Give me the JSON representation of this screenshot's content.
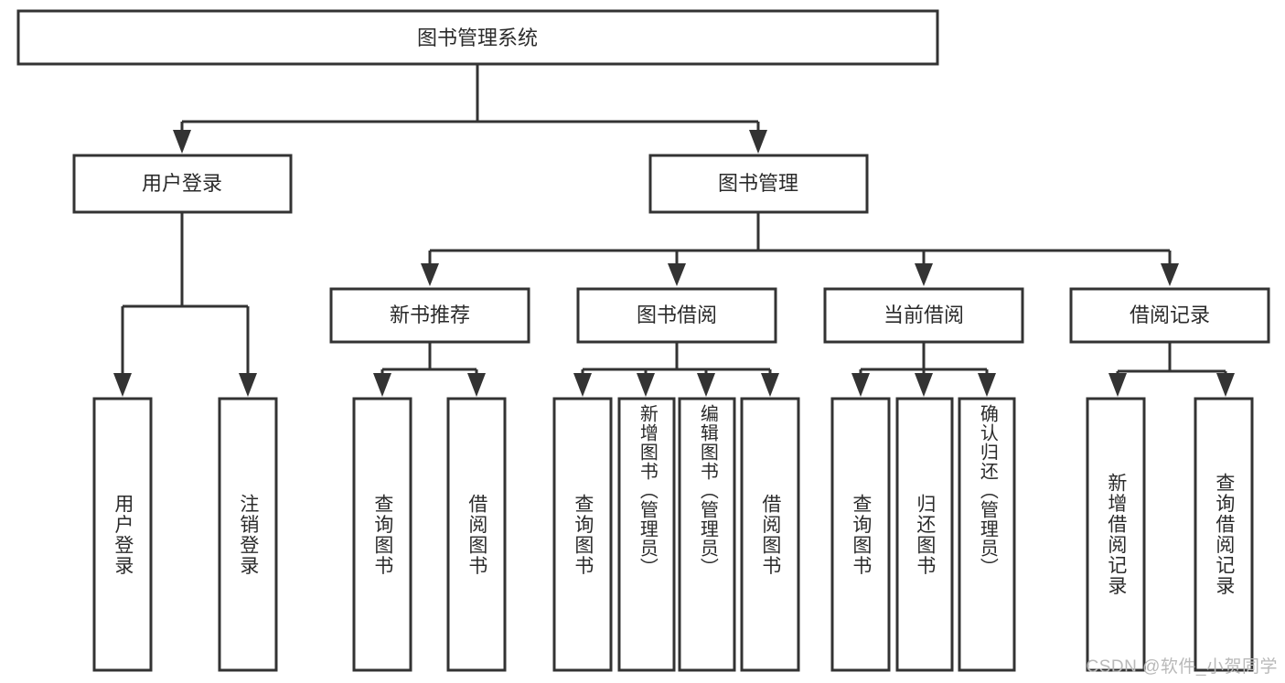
{
  "diagram": {
    "type": "hierarchy-tree",
    "title": "图书管理系统",
    "watermark": "CSDN @软件_小贺同学",
    "colors": {
      "stroke": "#333333",
      "fill": "#ffffff",
      "text": "#2b2b2b",
      "watermark": "#b9b9b9",
      "background": "#ffffff"
    },
    "levels": {
      "root": {
        "label": "图书管理系统"
      },
      "level2": [
        {
          "id": "user-login",
          "label": "用户登录"
        },
        {
          "id": "book-manage",
          "label": "图书管理"
        }
      ],
      "level3": [
        {
          "id": "new-book-recommend",
          "label": "新书推荐",
          "parent": "book-manage"
        },
        {
          "id": "book-borrow",
          "label": "图书借阅",
          "parent": "book-manage"
        },
        {
          "id": "current-borrow",
          "label": "当前借阅",
          "parent": "book-manage"
        },
        {
          "id": "borrow-record",
          "label": "借阅记录",
          "parent": "book-manage"
        }
      ],
      "leaves": [
        {
          "id": "leaf-user-login",
          "label": "用户登录",
          "parent": "user-login"
        },
        {
          "id": "leaf-logout",
          "label": "注销登录",
          "parent": "user-login"
        },
        {
          "id": "leaf-query-book-1",
          "label": "查询图书",
          "parent": "new-book-recommend"
        },
        {
          "id": "leaf-borrow-book-1",
          "label": "借阅图书",
          "parent": "new-book-recommend"
        },
        {
          "id": "leaf-query-book-2",
          "label": "查询图书",
          "parent": "book-borrow"
        },
        {
          "id": "leaf-add-book",
          "label": "新增图书（管理员）",
          "parent": "book-borrow"
        },
        {
          "id": "leaf-edit-book",
          "label": "编辑图书（管理员）",
          "parent": "book-borrow"
        },
        {
          "id": "leaf-borrow-book-2",
          "label": "借阅图书",
          "parent": "book-borrow"
        },
        {
          "id": "leaf-query-book-3",
          "label": "查询图书",
          "parent": "current-borrow"
        },
        {
          "id": "leaf-return-book",
          "label": "归还图书",
          "parent": "current-borrow"
        },
        {
          "id": "leaf-confirm-return",
          "label": "确认归还（管理员）",
          "parent": "current-borrow"
        },
        {
          "id": "leaf-add-record",
          "label": "新增借阅记录",
          "parent": "borrow-record"
        },
        {
          "id": "leaf-query-record",
          "label": "查询借阅记录",
          "parent": "borrow-record"
        }
      ]
    }
  }
}
